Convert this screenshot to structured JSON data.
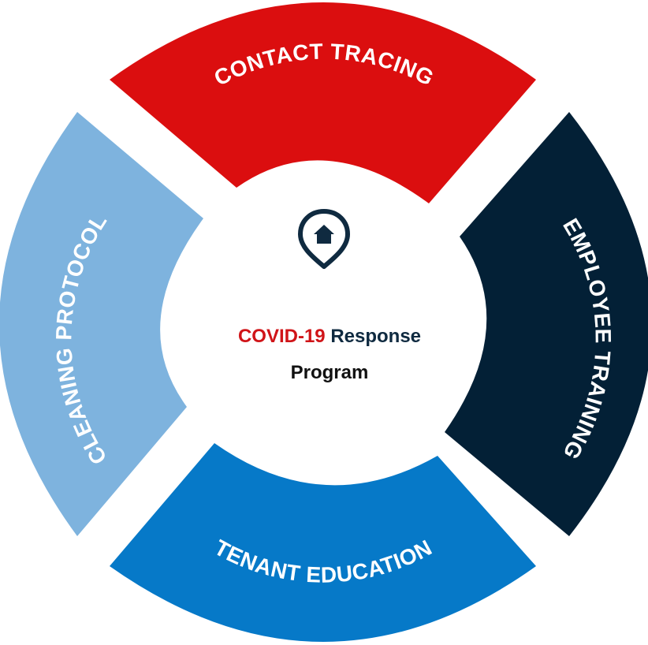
{
  "center": {
    "title_highlight": "COVID-19",
    "title_rest": " Response",
    "title_line2": "Program",
    "icon": "home-location-pin-icon"
  },
  "segments": [
    {
      "key": "contact",
      "label": "CONTACT TRACING"
    },
    {
      "key": "training",
      "label": "EMPLOYEE TRAINING"
    },
    {
      "key": "education",
      "label": "TENANT EDUCATION"
    },
    {
      "key": "cleaning",
      "label": "CLEANING PROTOCOL"
    }
  ],
  "colors": {
    "contact": "#db0e0f",
    "training": "#032036",
    "education": "#0679c8",
    "cleaning": "#7eb3de",
    "highlight_text": "#d01418",
    "dark_text": "#0f2a40"
  }
}
